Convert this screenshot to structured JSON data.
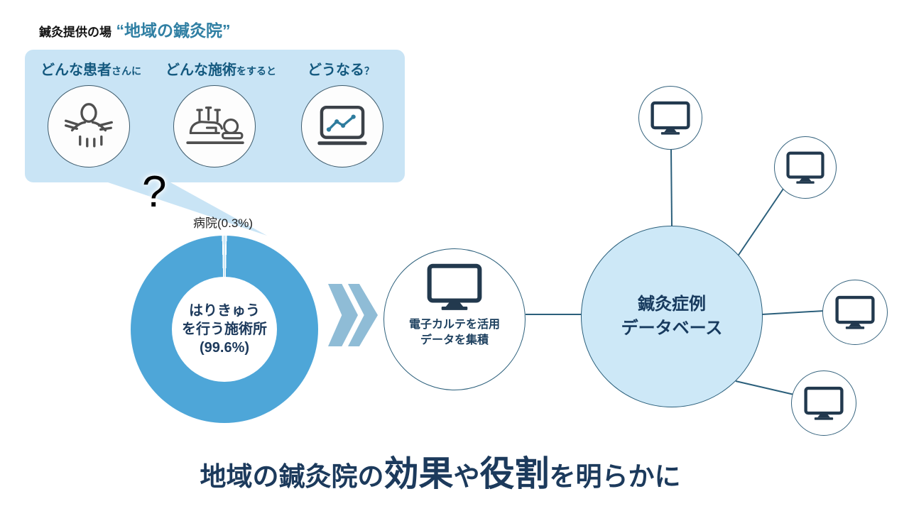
{
  "title": {
    "prefix": "鍼灸提供の場",
    "quoted": "“地域の鍼灸院”"
  },
  "bubble": {
    "items": [
      {
        "heading_strong": "どんな患者",
        "heading_small": "さんに",
        "icon": "patient-massage-icon"
      },
      {
        "heading_strong": "どんな施術",
        "heading_small": "をすると",
        "icon": "acupuncture-icon"
      },
      {
        "heading_strong": "どうなる",
        "heading_small": "？",
        "icon": "chart-laptop-icon"
      }
    ],
    "question_mark": "?"
  },
  "chart_data": {
    "type": "pie",
    "donut": true,
    "title": "鍼灸提供の場",
    "slices": [
      {
        "label": "はりきゅうを行う施術所",
        "value": 99.6,
        "color": "#4EA6D8"
      },
      {
        "label": "病院",
        "value": 0.3,
        "color": "#FFFFFF"
      }
    ],
    "callout_label": "病院(0.3%)",
    "center_label_line1": "はりきゅう",
    "center_label_line2": "を行う施術所",
    "center_label_line3": "(99.6%)"
  },
  "flow": {
    "collector": {
      "line1": "電子カルテを活用",
      "line2": "データを集積",
      "icon": "monitor-icon"
    },
    "database": {
      "line1": "鍼灸症例",
      "line2": "データベース"
    },
    "terminals_count": 4
  },
  "footer": {
    "segments": [
      {
        "text": "地域の鍼灸院の",
        "size": "m"
      },
      {
        "text": "効果",
        "size": "l"
      },
      {
        "text": "や",
        "size": "m"
      },
      {
        "text": "役割",
        "size": "l"
      },
      {
        "text": "を明らかに",
        "size": "m"
      }
    ]
  },
  "colors": {
    "bubble_bg": "#C9E4F5",
    "donut_blue": "#4EA6D8",
    "hub_bg": "#CDE8F7",
    "line_teal": "#2B5F7B",
    "chevron_blue": "#8FBCD6",
    "headline_navy": "#1C3A5C",
    "title_teal": "#2F7FA3"
  }
}
